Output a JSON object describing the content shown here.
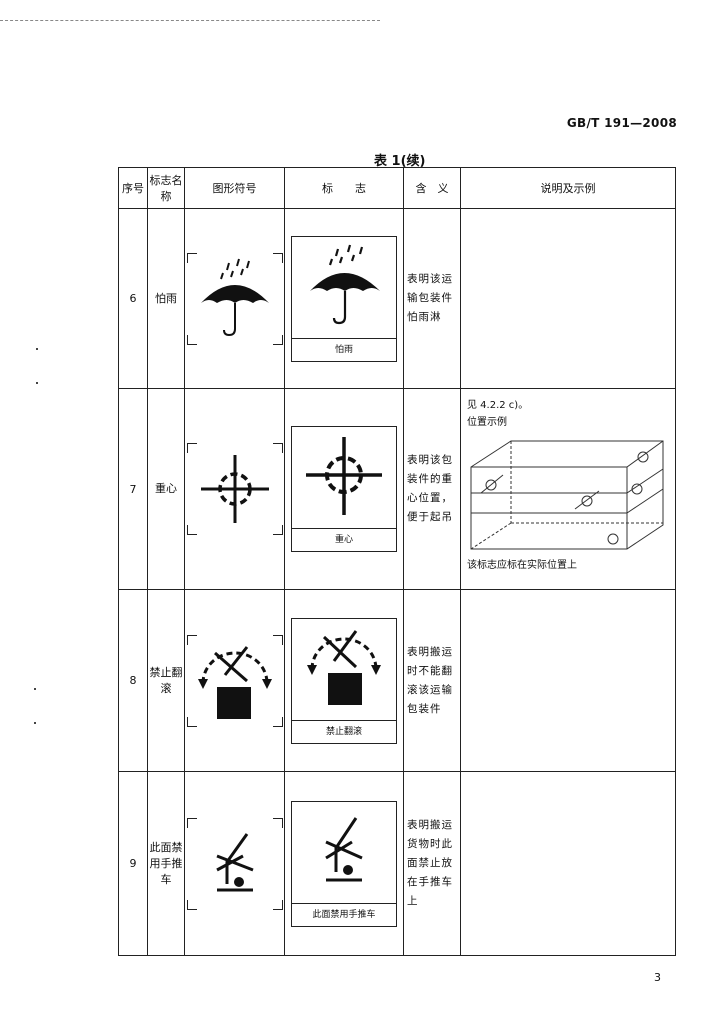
{
  "header": {
    "standard_code": "GB/T 191—2008"
  },
  "table": {
    "caption": "表 1(续)",
    "columns": [
      "序号",
      "标志名称",
      "图形符号",
      "标　　志",
      "含　义",
      "说明及示例"
    ],
    "rows": [
      {
        "no": "6",
        "name": "怕雨",
        "mark_caption": "怕雨",
        "meaning": "表明该运输包装件怕雨淋",
        "symbol_icon": "umbrella-rain-icon"
      },
      {
        "no": "7",
        "name": "重心",
        "mark_caption": "重心",
        "meaning": "表明该包装件的重心位置，便于起吊",
        "symbol_icon": "center-of-gravity-icon",
        "notes": {
          "ref": "见 4.2.2 c)。",
          "example_title": "位置示例",
          "footer": "该标志应标在实际位置上"
        }
      },
      {
        "no": "8",
        "name": "禁止翻滚",
        "mark_caption": "禁止翻滚",
        "meaning": "表明搬运时不能翻滚该运输包装件",
        "symbol_icon": "no-rolling-icon"
      },
      {
        "no": "9",
        "name": "此面禁用手推车",
        "mark_caption": "此面禁用手推车",
        "meaning": "表明搬运货物时此面禁止放在手推车上",
        "symbol_icon": "no-hand-truck-icon"
      }
    ]
  },
  "page_number": "3"
}
